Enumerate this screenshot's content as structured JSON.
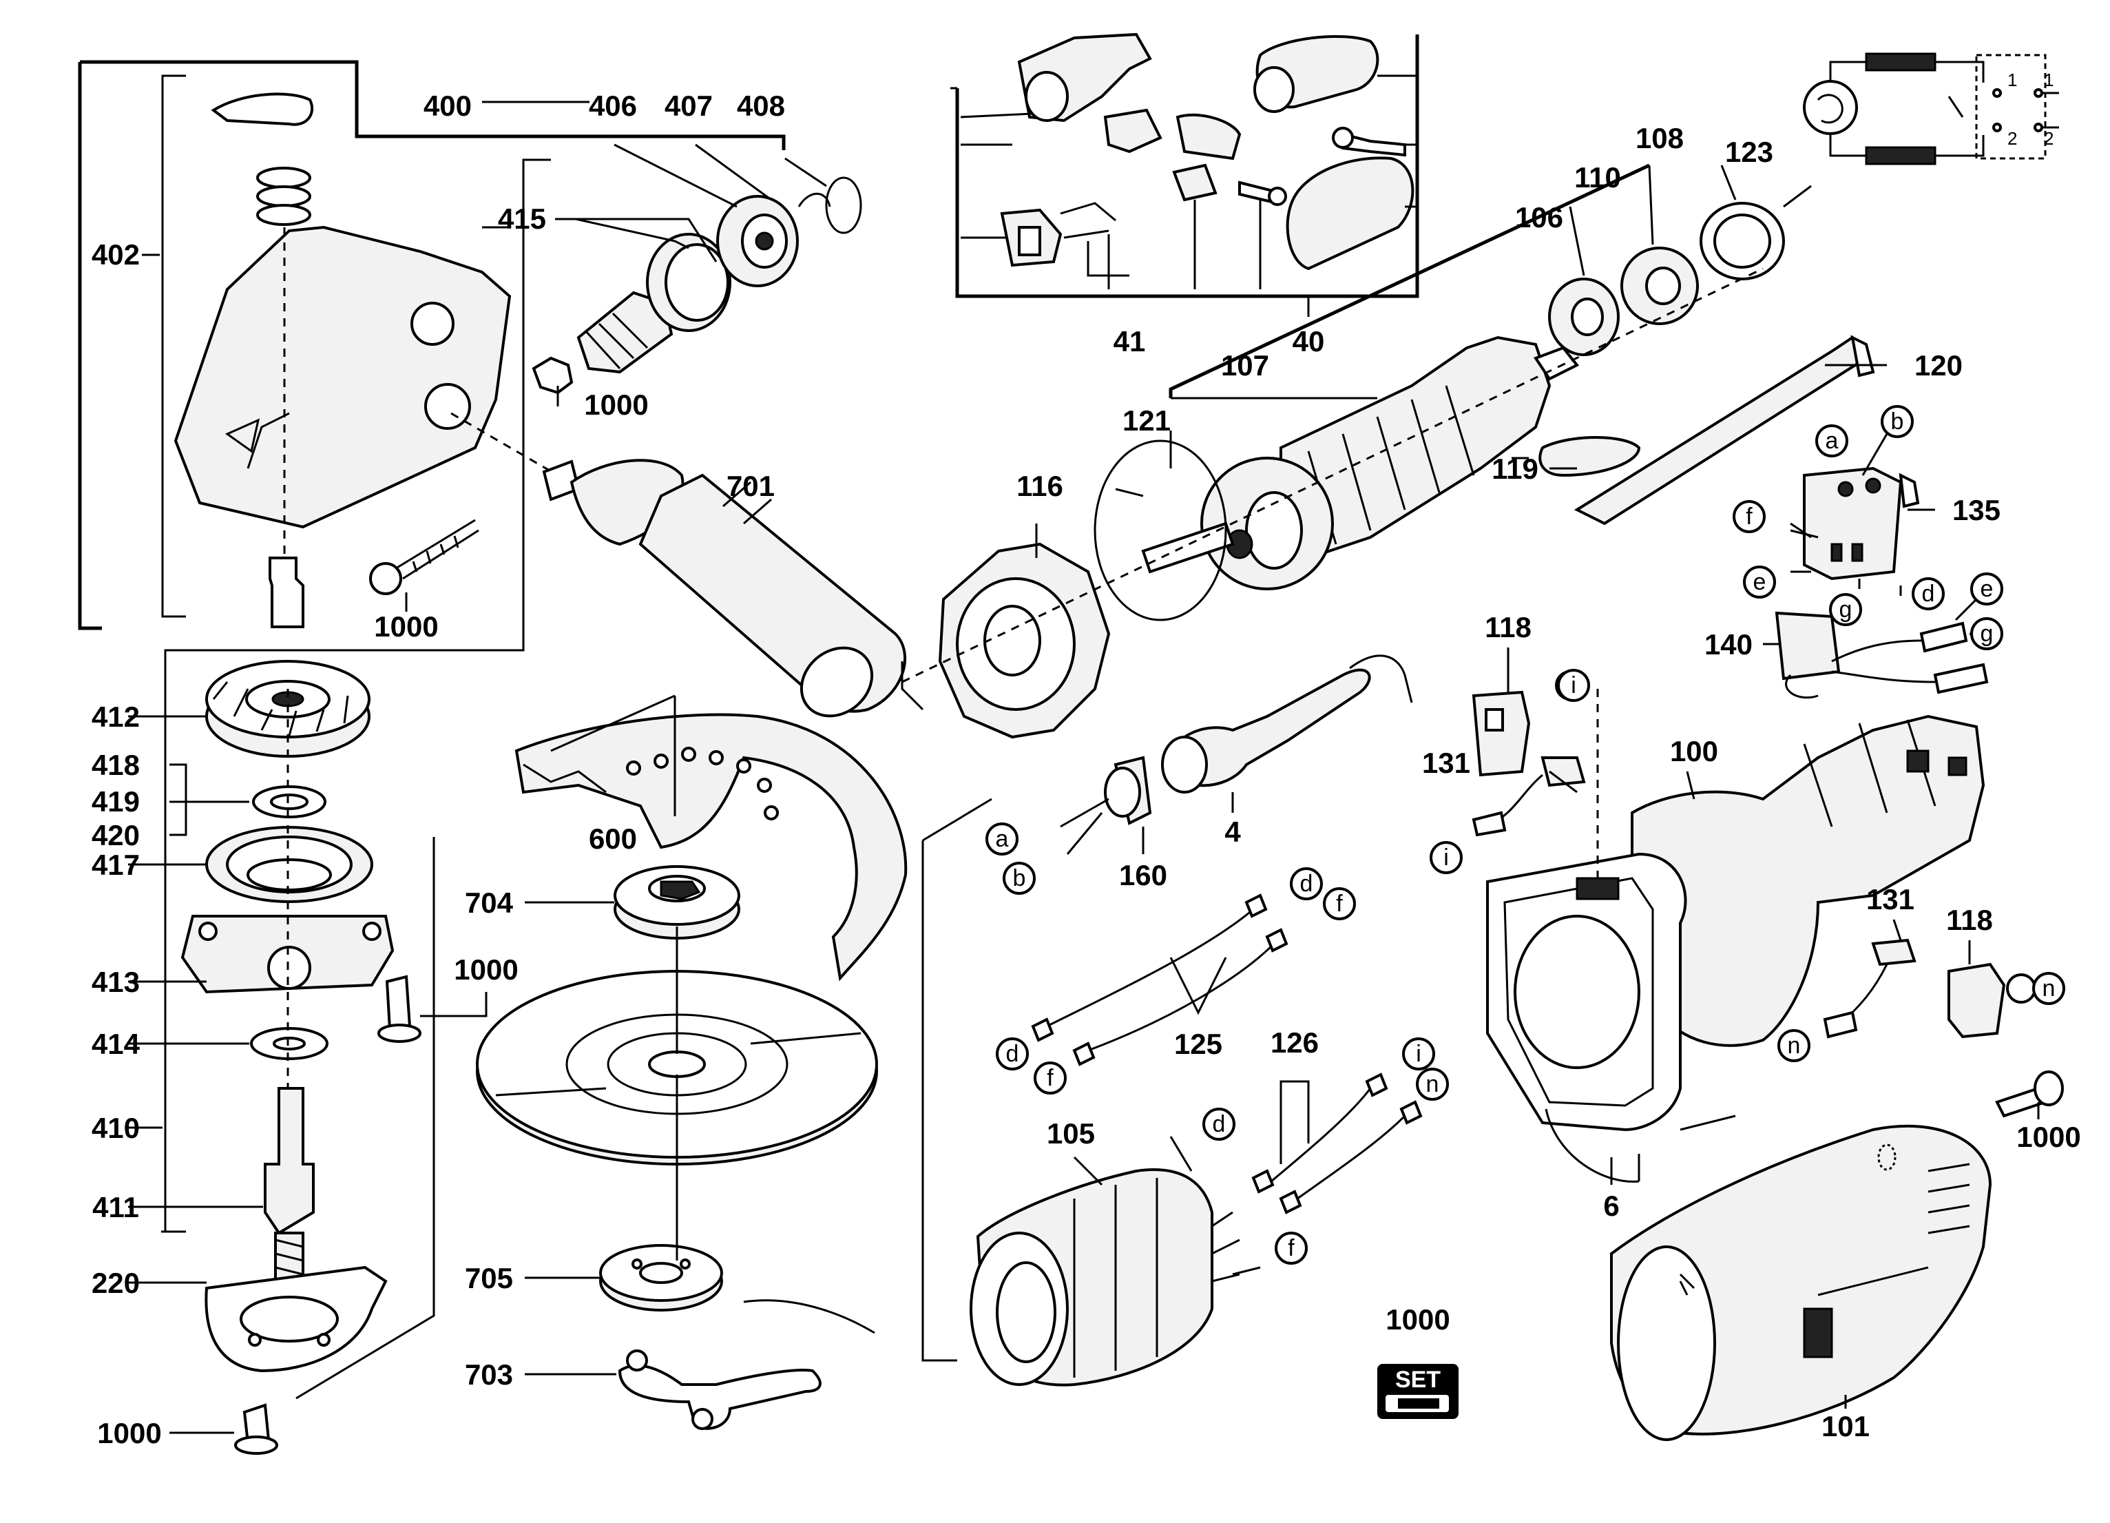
{
  "diagram": {
    "part_labels": {
      "p400": "400",
      "p402": "402",
      "p406": "406",
      "p407": "407",
      "p408": "408",
      "p415": "415",
      "p1000_a": "1000",
      "p1000_b": "1000",
      "p701": "701",
      "p412": "412",
      "p418": "418",
      "p419": "419",
      "p420": "420",
      "p417": "417",
      "p413": "413",
      "p414": "414",
      "p410": "410",
      "p411": "411",
      "p220": "220",
      "p1000_c": "1000",
      "p1000_d": "1000",
      "p600": "600",
      "p704": "704",
      "p705": "705",
      "p703": "703",
      "p41": "41",
      "p40": "40",
      "p106": "106",
      "p110": "110",
      "p108": "108",
      "p123": "123",
      "p107": "107",
      "p121": "121",
      "p116": "116",
      "p120": "120",
      "p119": "119",
      "p135": "135",
      "p140": "140",
      "p118_a": "118",
      "p118_b": "118",
      "p131_a": "131",
      "p131_b": "131",
      "p100": "100",
      "p160": "160",
      "p4": "4",
      "p125": "125",
      "p126": "126",
      "p105": "105",
      "p6": "6",
      "p1000_e": "1000",
      "p101": "101",
      "p1000_set": "1000"
    },
    "connector_labels": {
      "a1": "a",
      "b1": "b",
      "f1": "f",
      "e1": "e",
      "g1": "g",
      "d1": "d",
      "e2": "e",
      "g2": "g",
      "i1": "i",
      "i2": "i",
      "n1": "n",
      "n2": "n",
      "a2": "a",
      "b2": "b",
      "d2": "d",
      "f2": "f",
      "d3": "d",
      "f3": "f",
      "i3": "i",
      "n3": "n",
      "d4": "d",
      "f4": "f"
    },
    "set_badge": "SET",
    "switch_terminals": {
      "t1a": "1",
      "t1b": "1",
      "t2a": "2",
      "t2b": "2"
    }
  }
}
